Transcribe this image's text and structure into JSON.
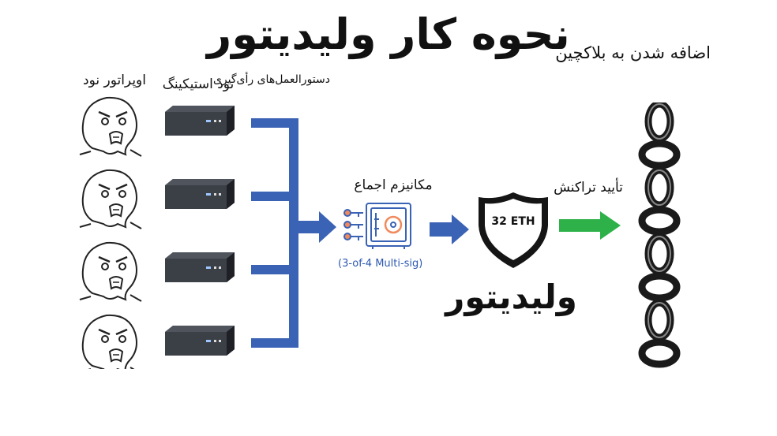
{
  "title": "نحوه کار ولیدیتور",
  "labels": {
    "node_operator": "اوپراتور نود",
    "staking_node": "نود استیکینگ",
    "voting_instructions": "دستورالعمل‌های رأی‌گیری",
    "consensus_mechanism": "مکانیزم اجماع",
    "multisig": "(3-of-4 Multi-sig)",
    "transaction_confirm": "تأیید تراکنش",
    "validator": "ولیدیتور",
    "shield_text": "32 ETH",
    "add_to_blockchain": "اضافه شدن به بلاکچین"
  },
  "colors": {
    "arrow_blue": "#3a62b5",
    "arrow_green": "#2fb14a",
    "multisig_text": "#2d58b0"
  },
  "icons": [
    "rage-face-icon",
    "mini-pc-icon",
    "safe-vault-icon",
    "key-icon",
    "shield-icon",
    "chain-icon"
  ],
  "rows": 4
}
